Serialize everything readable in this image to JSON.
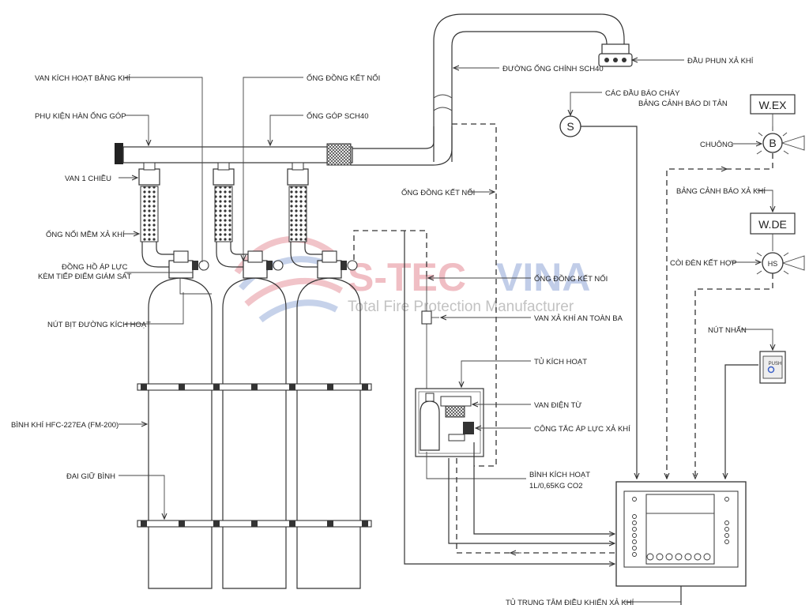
{
  "labels": {
    "pneumatic_valve": "VAN KÍCH HOẠT BẰNG KHÍ",
    "manifold_fitting": "PHỤ KIỆN HÀN ỐNG GÓP",
    "check_valve": "VAN 1 CHIỀU",
    "flex_hose": "ỐNG NỐI MỀM XẢ KHÍ",
    "pressure_gauge_1": "ĐỒNG HỒ ÁP LỰC",
    "pressure_gauge_2": "KÈM TIẾP ĐIỂM GIÁM SÁT",
    "actuation_plug": "NÚT BỊT ĐƯỜNG KÍCH HOẠT",
    "cylinder": "BÌNH KHÍ  HFC-227EA (FM-200)",
    "cylinder_strap": "ĐAI GIỮ BÌNH",
    "copper_tube_top": "ỐNG ĐỒNG KẾT NỐI",
    "manifold_pipe": "ỐNG GÓP SCH40",
    "main_pipe": "ĐƯỜNG ỐNG CHÍNH SCH40",
    "nozzle": "ĐẦU PHUN XẢ KHÍ",
    "detectors_1": "CÁC ĐẦU BÁO CHÁY",
    "detectors_2": "BẢNG CẢNH BÁO DI TẢN",
    "bell": "CHUÔNG",
    "discharge_panel_label": "BẢNG CẢNH BÁO XẢ KHÍ",
    "strobe_horn": "CÒI ĐÈN KẾT HỢP",
    "push_button": "NÚT NHẤN",
    "copper_tube_mid": "ỐNG ĐỒNG KẾT NỐI",
    "copper_tube_right": "ỐNG ĐỒNG KẾT NỐI",
    "safety_valve": "VAN XẢ KHÍ AN TOÀN BA",
    "actuation_cabinet": "TỦ KÍCH HOẠT",
    "solenoid_valve": "VAN ĐIỆN TỪ",
    "pressure_switch": "CÔNG TẮC ÁP LỰC XẢ KHÍ",
    "pilot_cylinder_1": "BÌNH KÍCH HOẠT",
    "pilot_cylinder_2": "1L/0,65KG CO2",
    "control_panel": "TỦ TRUNG TÂM ĐIỀU KHIỂN XẢ KHÍ"
  },
  "boxes": {
    "wex": "W.EX",
    "wde": "W.DE",
    "smoke": "S",
    "bell": "B",
    "hs": "HS",
    "push": "PUSH"
  },
  "watermark": {
    "title_a": "S-TEC",
    "title_b": "VINA",
    "subtitle": "Total Fire Protection Manufacturer"
  },
  "colors": {
    "line": "#333333",
    "watermark_red": "#e58a94",
    "watermark_blue": "#8fa6d6",
    "push_button": "#3a5fc8"
  }
}
